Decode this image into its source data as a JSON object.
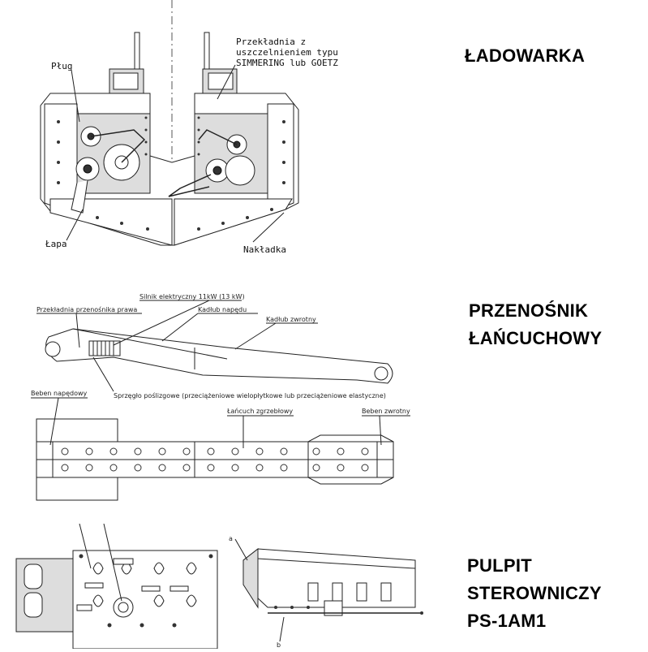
{
  "headings": {
    "loader": "ŁADOWARKA",
    "conveyor_line1": "PRZENOŚNIK",
    "conveyor_line2": "ŁAŃCUCHOWY",
    "panel_line1": "PULPIT",
    "panel_line2": "STEROWNICZY",
    "panel_line3": "PS-1AM1"
  },
  "loader_labels": {
    "gear_line1": "Przekładnia z",
    "gear_line2": "uszczelnieniem typu",
    "gear_line3": "SIMMERING lub GOETZ",
    "plough": "Pług",
    "paw": "Łapa",
    "overlay": "Nakładka"
  },
  "conveyor_labels": {
    "motor": "Silnik elektryczny 11kW (13 kW)",
    "gear": "Przekładnia przenośnika prawa",
    "drive_hub": "Kadłub napędu",
    "return_hub": "Kadłub zwrotny",
    "clutch": "Sprzęgło poślizgowe (przeciążeniowe wielopłytkowe lub przeciążeniowe elastyczne)",
    "drive_drum": "Beben napędowy",
    "scraper_chain": "Łańcuch zgrzebłowy",
    "return_drum": "Beben zwrotny"
  },
  "panel_labels": {
    "a": "a",
    "b": "b"
  }
}
